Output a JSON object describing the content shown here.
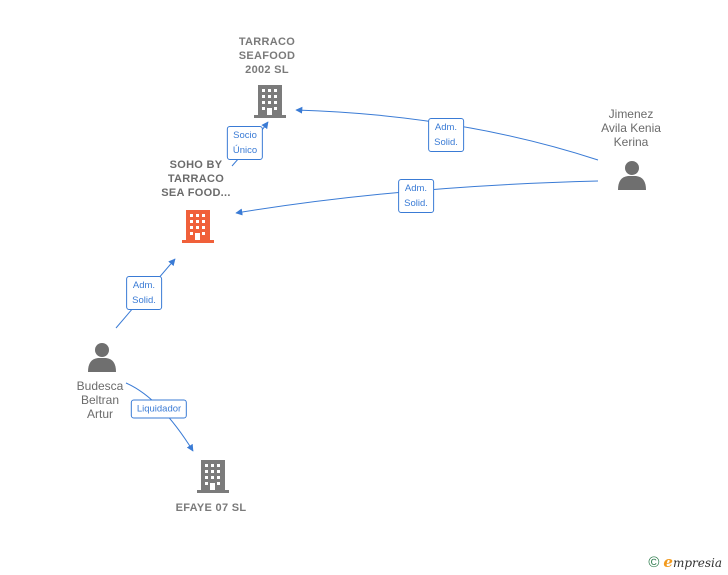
{
  "nodes": {
    "tarraco": {
      "label": "TARRACO\nSEAFOOD\n2002  SL",
      "icon": "building-icon",
      "color": "#7b7b7b"
    },
    "soho": {
      "label": "SOHO BY\nTARRACO\nSEA FOOD...",
      "icon": "building-icon",
      "color": "#f0603a"
    },
    "efaye": {
      "label": "EFAYE 07 SL",
      "icon": "building-icon",
      "color": "#7b7b7b"
    },
    "jimenez": {
      "label": "Jimenez\nAvila Kenia\nKerina",
      "icon": "person-icon",
      "color": "#6f6f6f"
    },
    "budesca": {
      "label": "Budesca\nBeltran\nArtur",
      "icon": "person-icon",
      "color": "#6f6f6f"
    }
  },
  "edges": {
    "soho_tarraco": "Socio\nÚnico",
    "jimenez_tarraco": "Adm.\nSolid.",
    "jimenez_soho": "Adm.\nSolid.",
    "budesca_soho": "Adm.\nSolid.",
    "budesca_efaye": "Liquidador"
  },
  "colors": {
    "edge": "#3a7bd5"
  },
  "footer": {
    "copyright": "©",
    "brand_initial": "e",
    "brand_rest": "mpresia"
  }
}
